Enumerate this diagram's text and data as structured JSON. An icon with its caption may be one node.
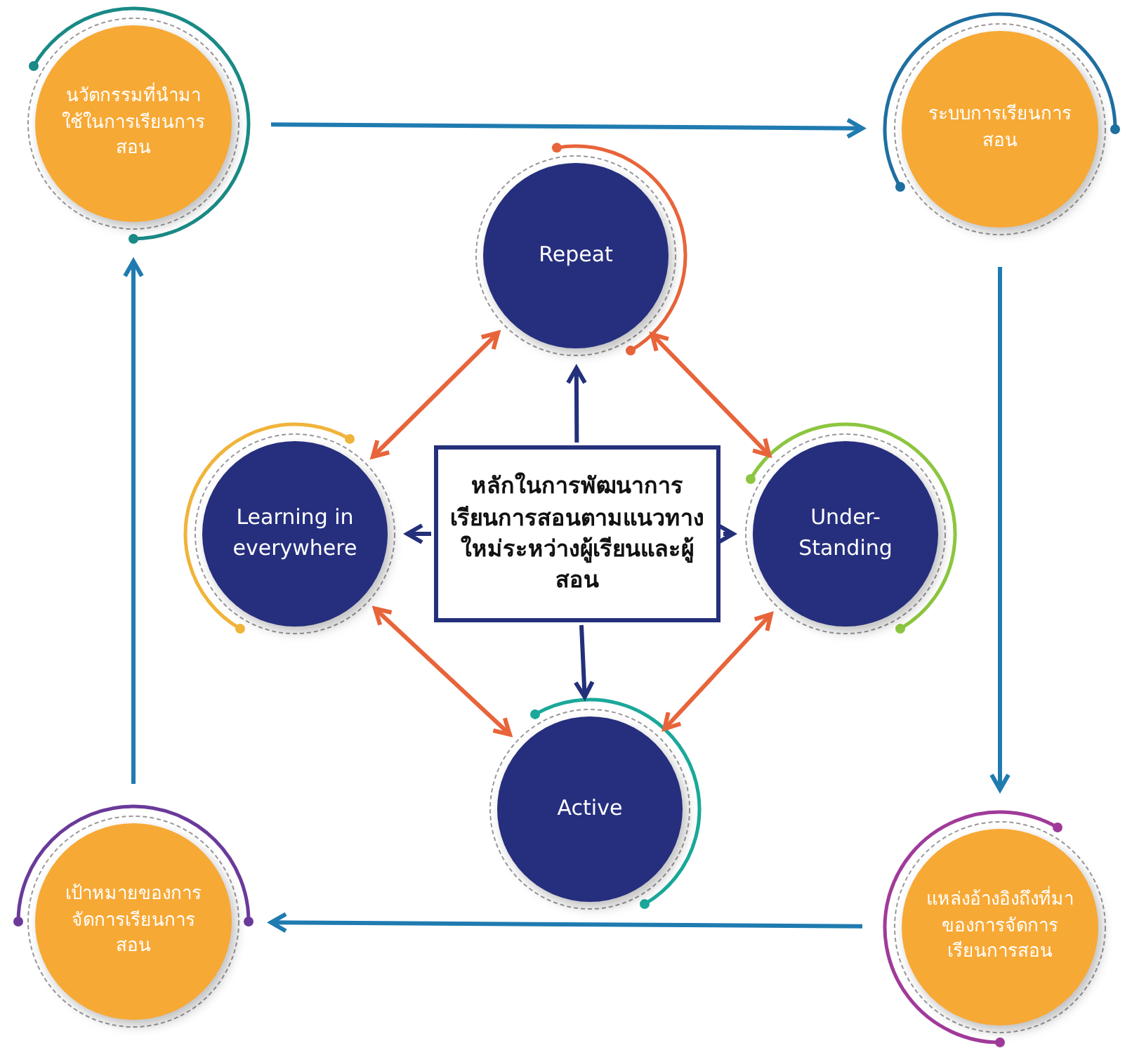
{
  "diagram": {
    "nodes": [
      {
        "text": [
          "นวัตกรรมที่นำมาใช้ในการเรียนการสอน"
        ]
      },
      {
        "text": [
          "ระบบการเรียนการสอน"
        ]
      },
      {
        "text": [
          "แหล่งอ้างอิงถึงที่มาของการจัดการเรียนการสอน"
        ]
      },
      {
        "text": [
          "เป้าหมายของการจัดการเรียนการสอน"
        ]
      },
      {
        "text": [
          "Repeat"
        ]
      },
      {
        "text": [
          "Under-Standing"
        ]
      },
      {
        "text": [
          "Active"
        ]
      },
      {
        "text": [
          "Learning in everywhere"
        ]
      },
      {
        "text": [
          "หลักในการพัฒนาการเรียนการสอนตามแนวทางใหม่ระหว่างผู้เรียนและผู้สอน"
        ]
      }
    ],
    "edges": [
      {
        "from": 0,
        "to": 1,
        "arrow": "to",
        "color": "#1f7bb0"
      },
      {
        "from": 1,
        "to": 2,
        "arrow": "to",
        "color": "#1f7bb0"
      },
      {
        "from": 2,
        "to": 3,
        "arrow": "to",
        "color": "#1f7bb0"
      },
      {
        "from": 3,
        "to": 0,
        "arrow": "to",
        "color": "#1f7bb0"
      },
      {
        "from": 8,
        "to": 4,
        "arrow": "to",
        "color": "#24307a"
      },
      {
        "from": 8,
        "to": 5,
        "arrow": "to",
        "color": "#24307a"
      },
      {
        "from": 8,
        "to": 6,
        "arrow": "to",
        "color": "#24307a"
      },
      {
        "from": 8,
        "to": 7,
        "arrow": "to",
        "color": "#24307a"
      },
      {
        "from": 4,
        "to": 7,
        "arrow": "both",
        "color": "#e8643a"
      },
      {
        "from": 4,
        "to": 5,
        "arrow": "both",
        "color": "#e8643a"
      },
      {
        "from": 5,
        "to": 6,
        "arrow": "both",
        "color": "#e8643a"
      },
      {
        "from": 6,
        "to": 7,
        "arrow": "both",
        "color": "#e8643a"
      }
    ]
  }
}
